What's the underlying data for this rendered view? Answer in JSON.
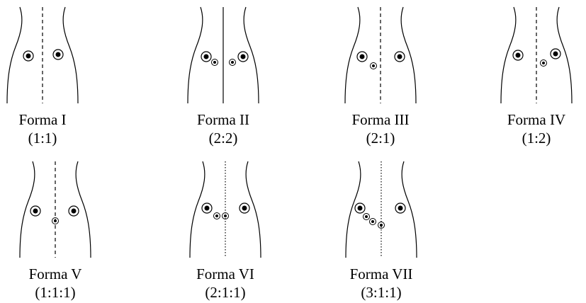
{
  "figures": [
    {
      "name": "Forma I",
      "ratio": "(1:1)",
      "line": "dashed"
    },
    {
      "name": "Forma II",
      "ratio": "(2:2)",
      "line": "solid"
    },
    {
      "name": "Forma III",
      "ratio": "(2:1)",
      "line": "dashed"
    },
    {
      "name": "Forma IV",
      "ratio": "(1:2)",
      "line": "dashed"
    },
    {
      "name": "Forma V",
      "ratio": "(1:1:1)",
      "line": "dashed"
    },
    {
      "name": "Forma VI",
      "ratio": "(2:1:1)",
      "line": "dotted"
    },
    {
      "name": "Forma VII",
      "ratio": "(3:1:1)",
      "line": "dotted"
    }
  ]
}
